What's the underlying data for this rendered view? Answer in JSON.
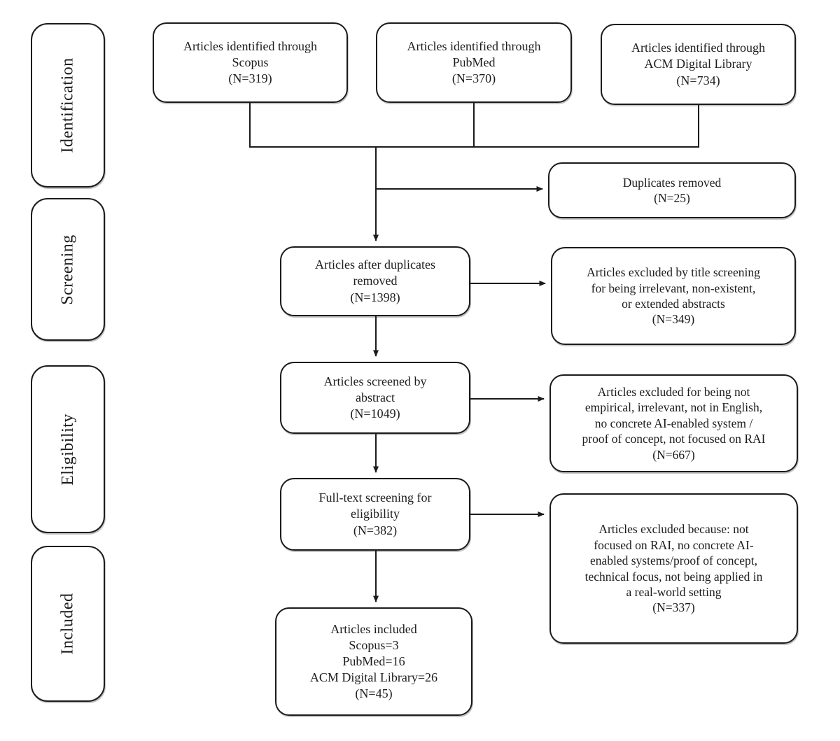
{
  "stages": [
    {
      "label": "Identification"
    },
    {
      "label": "Screening"
    },
    {
      "label": "Eligibility"
    },
    {
      "label": "Included"
    }
  ],
  "flow": {
    "sources": [
      {
        "text": "Articles identified through\nScopus\n(N=319)"
      },
      {
        "text": "Articles identified through\nPubMed\n(N=370)"
      },
      {
        "text": "Articles identified through\nACM Digital Library\n(N=734)"
      }
    ],
    "duplicates_removed": "Duplicates removed\n(N=25)",
    "after_duplicates": "Articles after duplicates\nremoved\n(N=1398)",
    "title_screening_excluded": "Articles excluded by title screening\nfor being irrelevant, non-existent,\nor extended abstracts\n(N=349)",
    "screened_by_abstract": "Articles screened by\nabstract\n(N=1049)",
    "abstract_excluded": "Articles excluded for being not\nempirical, irrelevant, not in English,\nno concrete AI-enabled system /\nproof of concept, not focused on RAI\n(N=667)",
    "fulltext_screening": "Full-text screening for\neligibility\n(N=382)",
    "fulltext_excluded": "Articles excluded because: not\nfocused on RAI, no concrete AI-\nenabled systems/proof of concept,\ntechnical focus, not being applied in\na real-world setting\n(N=337)",
    "included": "Articles included\nScopus=3\nPubMed=16\nACM Digital Library=26\n(N=45)"
  },
  "colors": {
    "line": "#1b1b1b",
    "box_border": "#1b1b1b",
    "background": "#ffffff",
    "text": "#1c1c1c"
  }
}
